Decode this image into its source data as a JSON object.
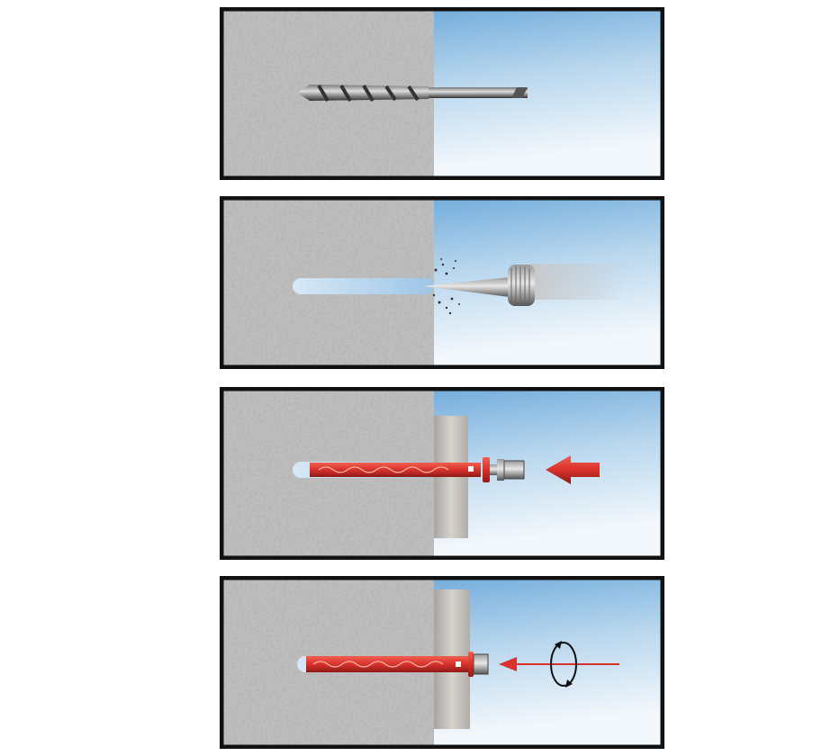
{
  "steps": [
    {
      "id": 1,
      "action": "drill-hole",
      "icon": "drill-bit-icon"
    },
    {
      "id": 2,
      "action": "clean-hole",
      "icon": "blow-out-pump-icon"
    },
    {
      "id": 3,
      "action": "insert-anchor",
      "icon": "push-arrow-icon"
    },
    {
      "id": 4,
      "action": "tighten-screw",
      "icon": "rotate-arrow-icon"
    }
  ],
  "colors": {
    "frame": "#111111",
    "concrete": "#b8b8b8",
    "sky_top": "#5b9fd6",
    "sky_bottom": "#eef5fb",
    "anchor_red": "#d9312b",
    "plate": "#c4c0bc"
  }
}
